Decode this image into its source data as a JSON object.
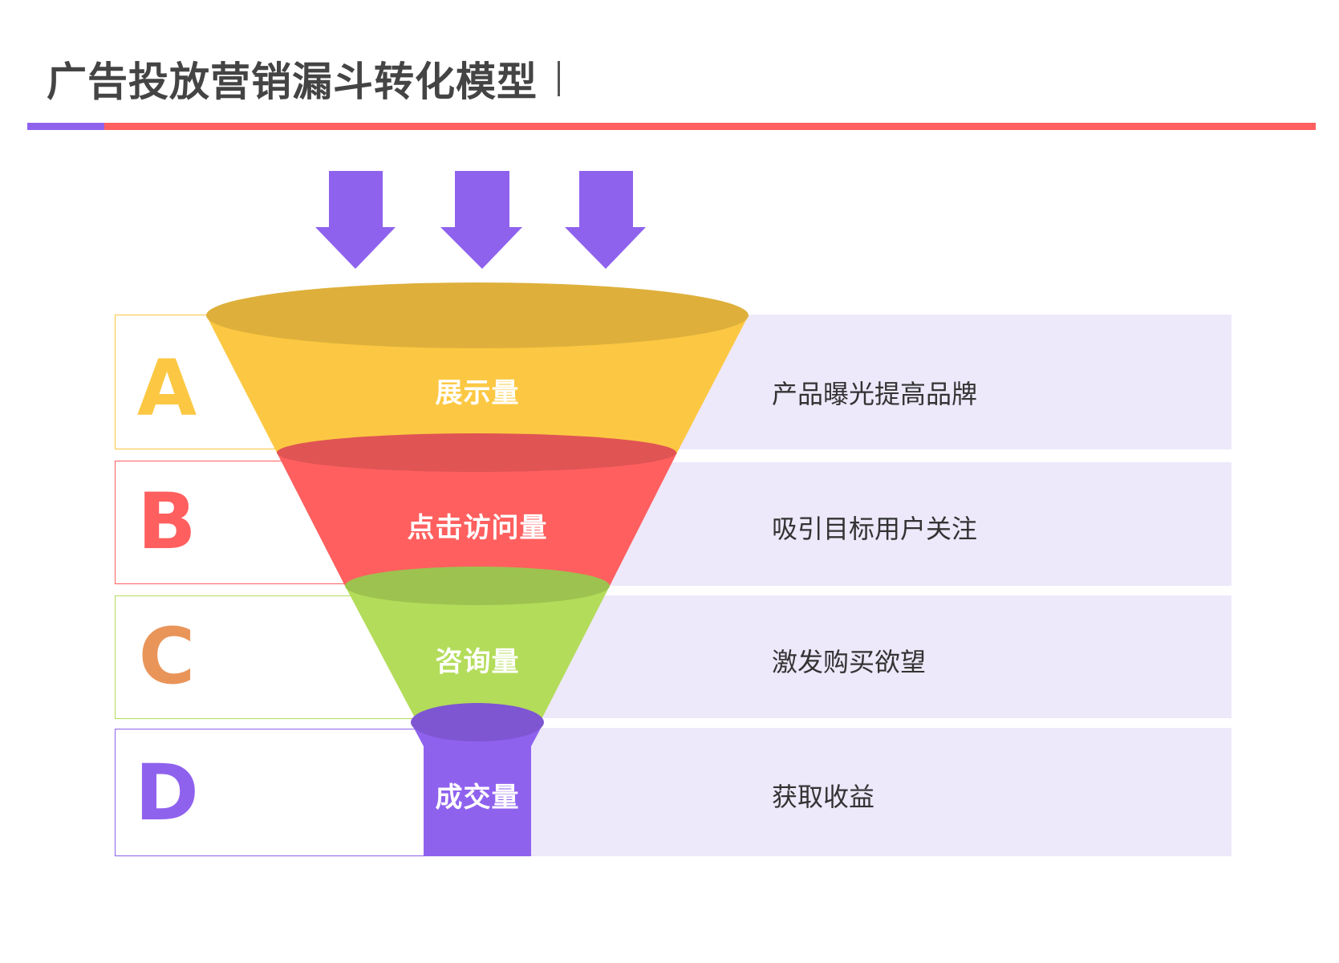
{
  "title": "广告投放营销漏斗转化模型",
  "colors": {
    "accent": "#8f62ee",
    "primary_line": "#ff5f5f",
    "row_bg": "#ede8fa",
    "stage_a": "#fcc843",
    "stage_b": "#ff5f5f",
    "stage_c": "#b3dc5a",
    "stage_d": "#8f62ee"
  },
  "stages": [
    {
      "letter": "A",
      "label": "展示量",
      "description": "产品曝光提高品牌",
      "color": "#fcc843",
      "letter_color": "#fcc843"
    },
    {
      "letter": "B",
      "label": "点击访问量",
      "description": "吸引目标用户关注",
      "color": "#ff5f5f",
      "letter_color": "#ff5f5f"
    },
    {
      "letter": "C",
      "label": "咨询量",
      "description": "激发购买欲望",
      "color": "#b3dc5a",
      "letter_color": "#e9955a"
    },
    {
      "letter": "D",
      "label": "成交量",
      "description": "获取收益",
      "color": "#8f62ee",
      "letter_color": "#8f62ee"
    }
  ]
}
